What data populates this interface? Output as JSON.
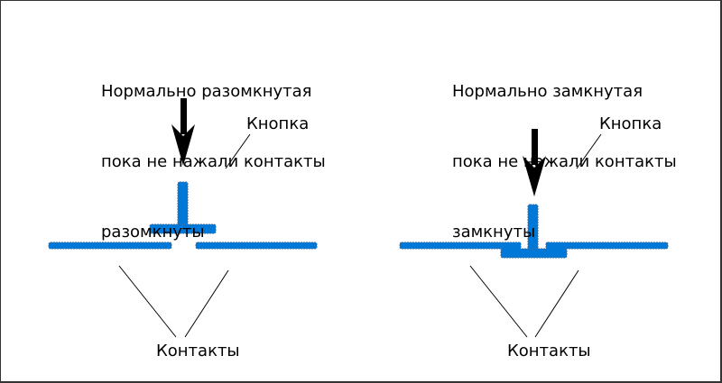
{
  "colors": {
    "contact": "#0078d7",
    "contact_edge": "#3a6ea5",
    "ink": "#000000",
    "border": "#333333"
  },
  "panels": [
    {
      "id": "normally-open",
      "caption_lines": [
        "Нормально разомкнутая",
        "пока не нажали контакты",
        "разомкнуты"
      ],
      "button_label": "Кнопка",
      "contacts_label": "Контакты",
      "state": "open"
    },
    {
      "id": "normally-closed",
      "caption_lines": [
        "Нормально замкнутая",
        "пока не нажали контакты",
        "замкнуты"
      ],
      "button_label": "Кнопка",
      "contacts_label": "Контакты",
      "state": "closed"
    }
  ]
}
